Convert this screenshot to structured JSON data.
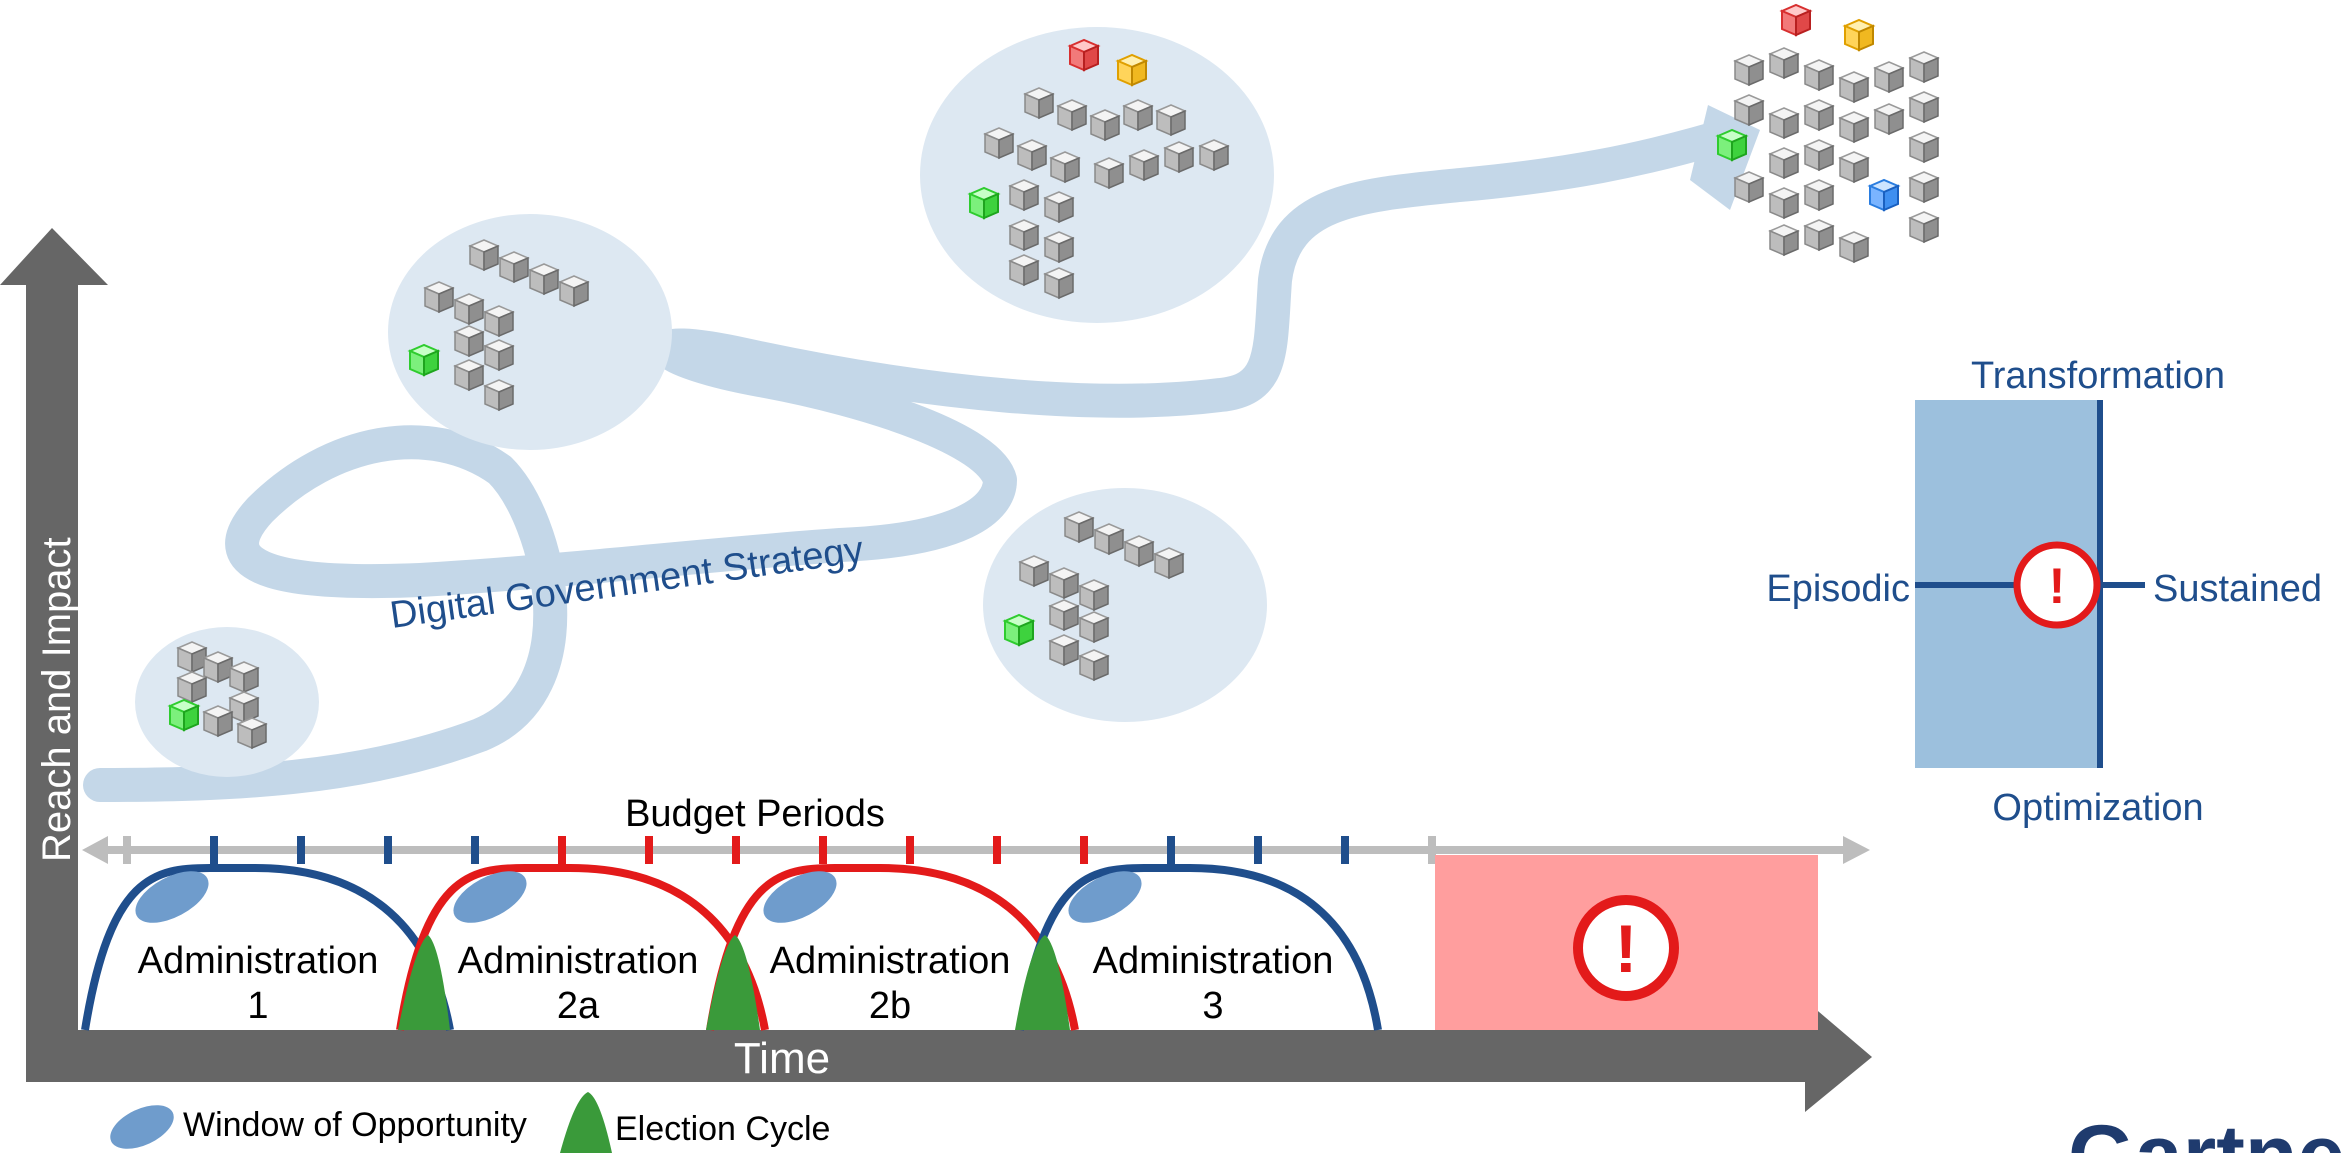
{
  "strategy_label": "Digital Government Strategy",
  "axes": {
    "y_label": "Reach and Impact",
    "x_label": "Time"
  },
  "budget": {
    "label": "Budget Periods",
    "tick_colors": [
      "#bdbdbd",
      "#1f4e8c",
      "#1f4e8c",
      "#1f4e8c",
      "#1f4e8c",
      "#e31a1a",
      "#e31a1a",
      "#e31a1a",
      "#e31a1a",
      "#e31a1a",
      "#e31a1a",
      "#e31a1a",
      "#1f4e8c",
      "#1f4e8c",
      "#1f4e8c",
      "#bdbdbd"
    ]
  },
  "administrations": [
    {
      "line1": "Administration",
      "line2": "1",
      "color": "#1f4e8c"
    },
    {
      "line1": "Administration",
      "line2": "2a",
      "color": "#e31a1a"
    },
    {
      "line1": "Administration",
      "line2": "2b",
      "color": "#e31a1a"
    },
    {
      "line1": "Administration",
      "line2": "3",
      "color": "#1f4e8c"
    }
  ],
  "legend": {
    "window": "Window of Opportunity",
    "election": "Election Cycle"
  },
  "quadrant": {
    "top": "Transformation",
    "bottom": "Optimization",
    "left": "Episodic",
    "right": "Sustained",
    "marker": "!"
  },
  "warning_mark": "!",
  "logo": "Gartner",
  "colors": {
    "navy": "#1f4e8c",
    "red": "#e31a1a",
    "green": "#3a9a3a",
    "axis_gray": "#666666",
    "path_blue": "#c4d7e8",
    "circle_bg": "#dde8f2",
    "warning_pink": "#ff9e9e",
    "quadrant_fill": "#9cc0dd"
  }
}
